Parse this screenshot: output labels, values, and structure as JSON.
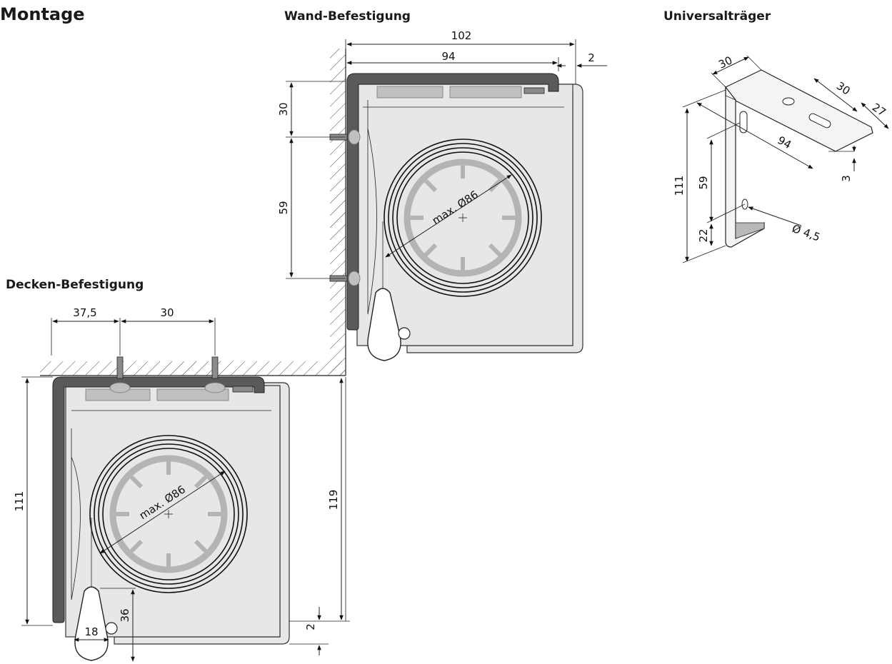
{
  "title": "Montage",
  "sections": {
    "wall": "Wand-Befestigung",
    "ceiling": "Decken-Befestigung",
    "bracket": "Universalträger"
  },
  "dimensions": {
    "wall": {
      "w102": "102",
      "w94": "94",
      "w2": "2",
      "h30": "30",
      "h59": "59",
      "coil": "max. Ø86"
    },
    "ceiling": {
      "d375": "37,5",
      "d30": "30",
      "h111": "111",
      "h119": "119",
      "h36": "36",
      "w18": "18",
      "h2": "2",
      "coil": "max. Ø86"
    },
    "bracket": {
      "a30": "30",
      "b30": "30",
      "c27": "27",
      "d94": "94",
      "e3": "3",
      "h111": "111",
      "h59": "59",
      "h22": "22",
      "hole": "Ø 4,5"
    }
  },
  "colors": {
    "profile": "#595a5c",
    "cassette": "#e6e7e9",
    "hub": "#b3b4b6"
  }
}
